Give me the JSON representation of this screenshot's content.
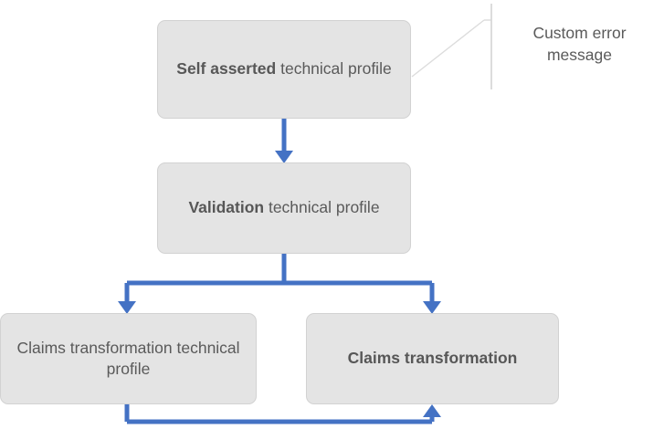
{
  "diagram": {
    "type": "flowchart",
    "colors": {
      "arrow": "#4472c4",
      "box_fill": "#e4e4e4",
      "box_border": "#d2d2d2",
      "text": "#5a5a5a",
      "leader_line": "#d9d9d9",
      "background": "#ffffff"
    },
    "nodes": [
      {
        "id": "self-asserted",
        "bold_text": "Self asserted",
        "regular_text": " technical profile"
      },
      {
        "id": "validation",
        "bold_text": "Validation",
        "regular_text": " technical profile"
      },
      {
        "id": "claims-left",
        "bold_text": "",
        "regular_text": "Claims transformation technical profile"
      },
      {
        "id": "claims-right",
        "bold_text": "Claims transformation",
        "regular_text": ""
      }
    ],
    "callout": {
      "label": "Custom error message"
    }
  }
}
